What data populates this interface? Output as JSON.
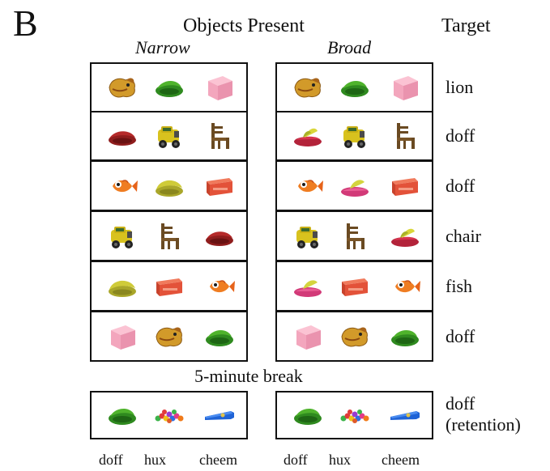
{
  "panel_label": "B",
  "headings": {
    "objects_present": "Objects Present",
    "target": "Target",
    "narrow": "Narrow",
    "broad": "Broad"
  },
  "break_text": "5-minute break",
  "rows": [
    {
      "narrow": [
        "lion-toy",
        "green-clip",
        "pink-cube"
      ],
      "broad": [
        "lion-toy",
        "green-clip",
        "pink-cube"
      ],
      "target": "lion"
    },
    {
      "narrow": [
        "red-clip",
        "yellow-truck",
        "brown-chair"
      ],
      "broad": [
        "red-yellow-clip",
        "yellow-truck",
        "brown-chair"
      ],
      "target": "doff"
    },
    {
      "narrow": [
        "orange-fish",
        "yellow-clip",
        "red-brick"
      ],
      "broad": [
        "orange-fish",
        "pink-yellow-clip",
        "red-brick"
      ],
      "target": "doff"
    },
    {
      "narrow": [
        "yellow-truck",
        "brown-chair",
        "red-clip"
      ],
      "broad": [
        "yellow-truck",
        "brown-chair",
        "red-yellow-clip"
      ],
      "target": "chair"
    },
    {
      "narrow": [
        "yellow-clip",
        "red-brick",
        "orange-fish"
      ],
      "broad": [
        "pink-yellow-clip",
        "red-brick",
        "orange-fish"
      ],
      "target": "fish"
    },
    {
      "narrow": [
        "pink-cube",
        "lion-toy",
        "green-clip"
      ],
      "broad": [
        "pink-cube",
        "lion-toy",
        "green-clip"
      ],
      "target": "doff"
    }
  ],
  "retention_row": {
    "narrow": [
      "green-clip",
      "bead-cluster",
      "blue-tube"
    ],
    "broad": [
      "green-clip",
      "bead-cluster",
      "blue-tube"
    ],
    "target_line1": "doff",
    "target_line2": "(retention)"
  },
  "bottom_labels": {
    "narrow": [
      "doff",
      "hux",
      "cheem"
    ],
    "broad": [
      "doff",
      "hux",
      "cheem"
    ]
  }
}
